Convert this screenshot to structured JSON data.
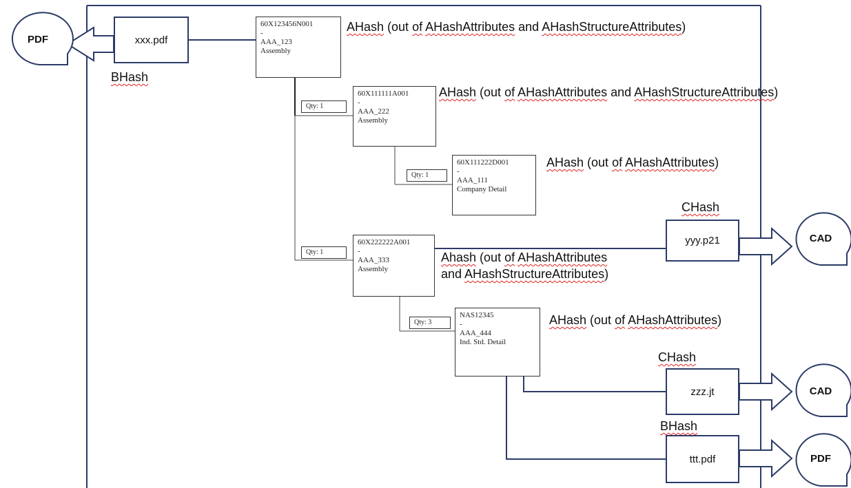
{
  "files": {
    "xxx": "xxx.pdf",
    "yyy": "yyy.p21",
    "zzz": "zzz.jt",
    "ttt": "ttt.pdf"
  },
  "bubbles": {
    "pdf_left": "PDF",
    "cad_1": "CAD",
    "cad_2": "CAD",
    "pdf_right": "PDF"
  },
  "nodes": [
    {
      "id": "60X123456N001",
      "dash": "-",
      "name": "AAA_123",
      "type": "Assembly"
    },
    {
      "id": "60X111111A001",
      "dash": "-",
      "name": "AAA_222",
      "type": "Assembly"
    },
    {
      "id": "60X111222D001",
      "dash": "-",
      "name": "AAA_111",
      "type": "Company Detail"
    },
    {
      "id": "60X222222A001",
      "dash": "-",
      "name": "AAA_333",
      "type": "Assembly"
    },
    {
      "id": "NAS12345",
      "dash": "-",
      "name": "AAA_444",
      "type": "Ind. Std. Detail"
    }
  ],
  "qty": {
    "q1": "Qty: 1",
    "q2": "Qty: 1",
    "q3": "Qty: 1",
    "q4": "Qty: 3"
  },
  "labels": {
    "bhash_left": "BHash",
    "ahash_root": [
      "AHash",
      " (out ",
      "of",
      " ",
      "AHashAttributes",
      " and ",
      "AHashStructureAttributes",
      ")"
    ],
    "ahash_222": [
      "AHash",
      " (out ",
      "of",
      " ",
      "AHashAttributes",
      " and ",
      "AHashStructureAttributes",
      ")"
    ],
    "ahash_111": [
      "AHash",
      " (out ",
      "of",
      " ",
      "AHashAttributes",
      ")"
    ],
    "chash_yyy": "CHash",
    "ahash_333_line1": [
      "Ahash",
      " (out ",
      "of",
      " ",
      "AHashAttributes"
    ],
    "ahash_333_line2": [
      "and ",
      "AHashStructureAttributes",
      ")"
    ],
    "ahash_444": [
      "AHash",
      " (out ",
      "of",
      " ",
      "AHashAttributes",
      ")"
    ],
    "chash_zzz": "CHash",
    "bhash_ttt": "BHash"
  }
}
